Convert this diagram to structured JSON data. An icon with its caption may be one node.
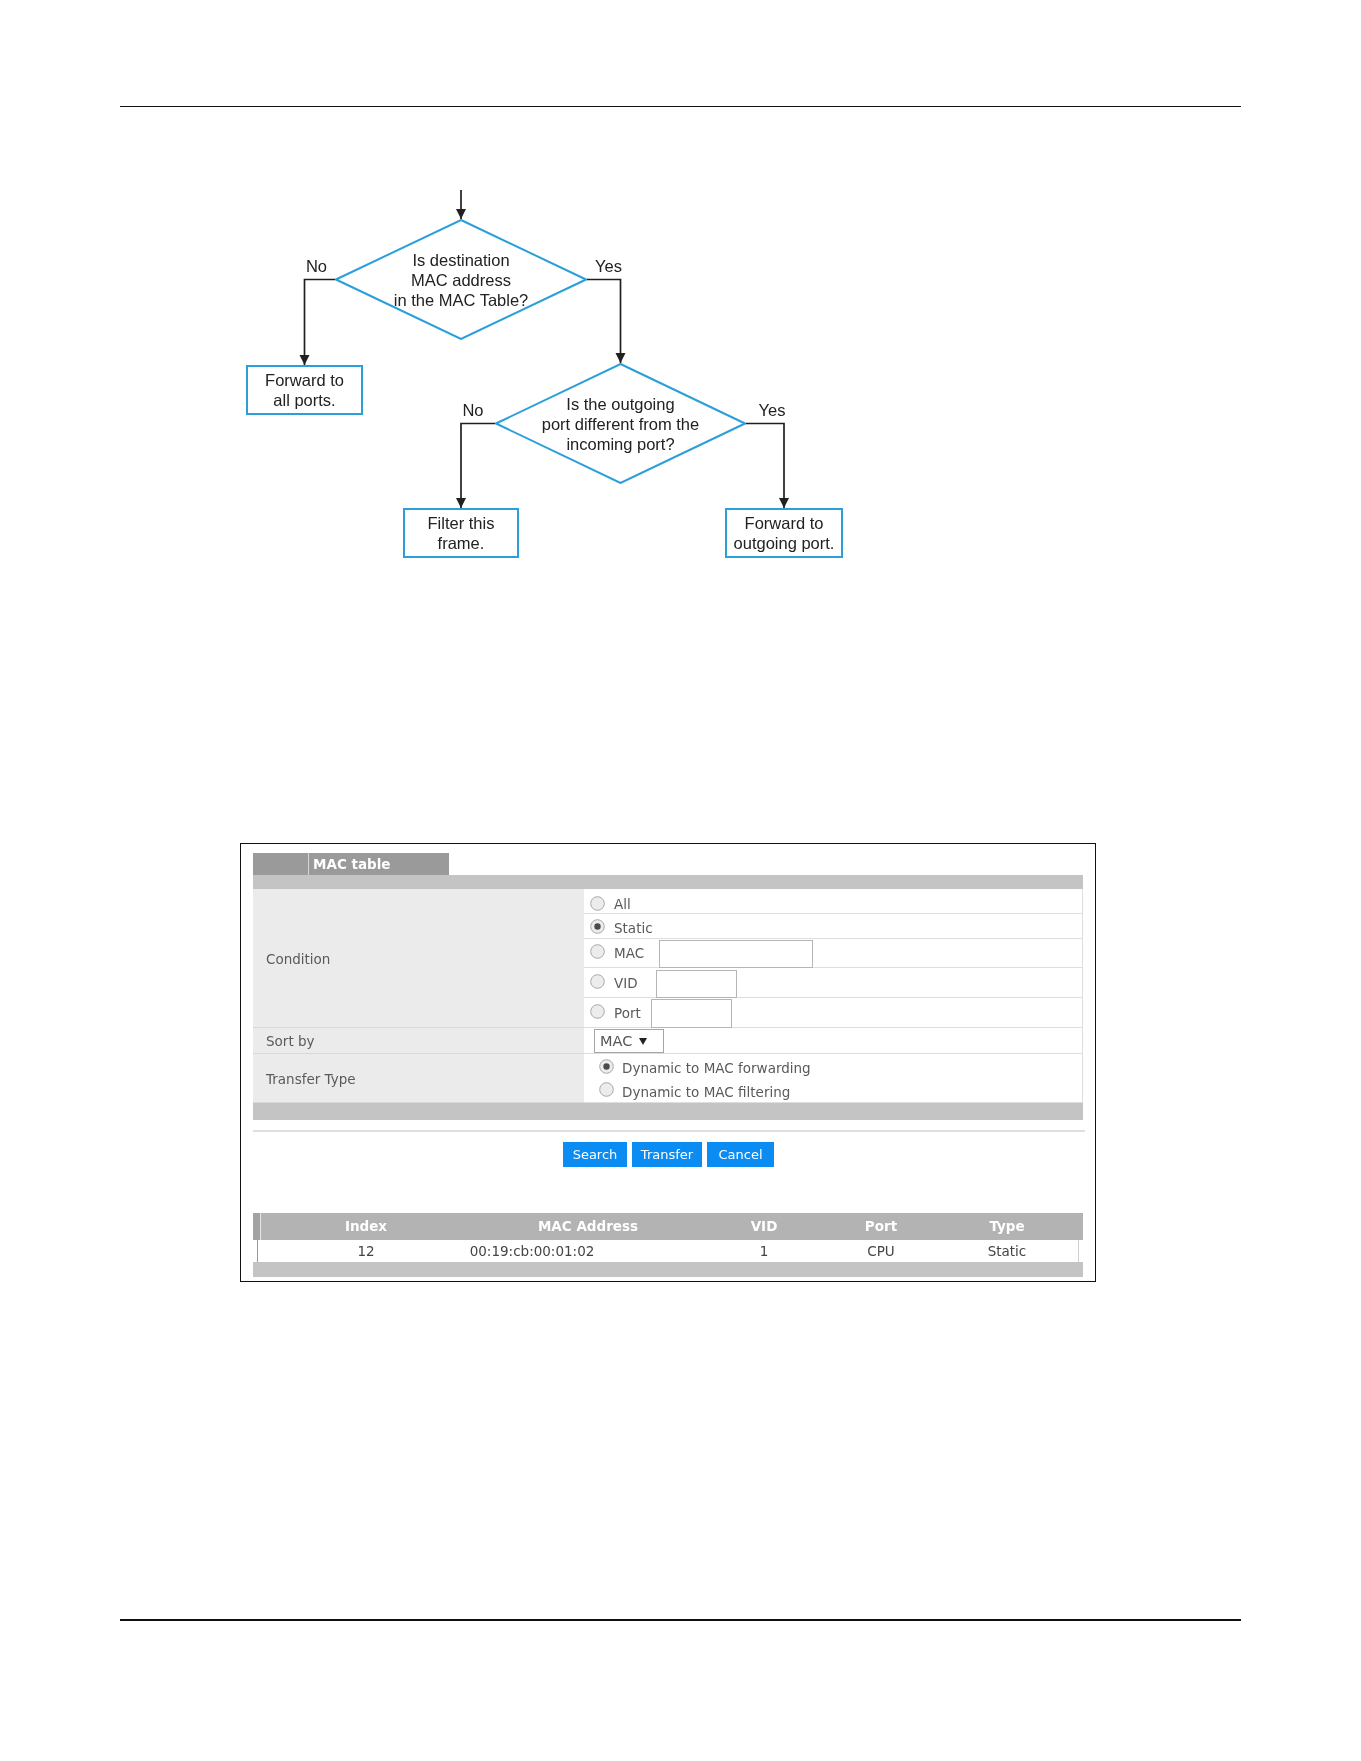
{
  "diagram": {
    "nodes": [
      {
        "text": [
          "Is destination MAC address in the MAC Table?"
        ]
      },
      {
        "text": [
          "Forward to all ports."
        ]
      },
      {
        "text": [
          "Is the outgoing port different from the incoming port?"
        ]
      },
      {
        "text": [
          "Filter this frame."
        ]
      },
      {
        "text": [
          "Forward to outgoing port."
        ]
      }
    ],
    "edges": [
      {
        "from": null,
        "to": 0,
        "arrow": "to"
      },
      {
        "from": 0,
        "to": 1,
        "arrow": "to",
        "label": "No"
      },
      {
        "from": 0,
        "to": 2,
        "arrow": "to",
        "label": "Yes"
      },
      {
        "from": 2,
        "to": 3,
        "arrow": "to",
        "label": "No"
      },
      {
        "from": 2,
        "to": 4,
        "arrow": "to",
        "label": "Yes"
      }
    ],
    "labels": [
      "MAC table",
      "Condition",
      "All",
      "Static",
      "MAC",
      "VID",
      "Port",
      "Sort by",
      "MAC",
      "Transfer Type",
      "Dynamic to MAC forwarding",
      "Dynamic to MAC filtering",
      "Search",
      "Transfer",
      "Cancel",
      "Index",
      "MAC Address",
      "VID",
      "Port",
      "Type",
      "12",
      "00:19:cb:00:01:02",
      "1",
      "CPU",
      "Static"
    ]
  }
}
